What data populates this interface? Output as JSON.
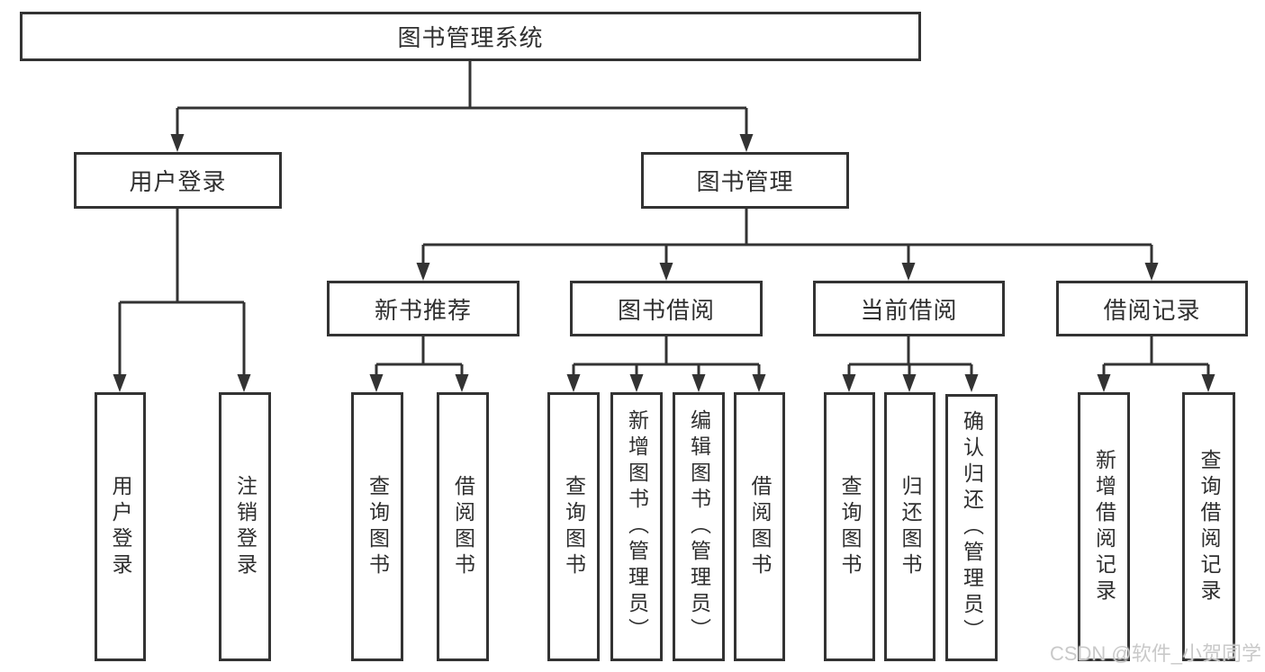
{
  "diagram_type": "hierarchy-tree",
  "colors": {
    "background": "#ffffff",
    "box_border": "#333333",
    "connector": "#333333",
    "text": "#2f2f2f",
    "watermark_text": "#c9c9c9"
  },
  "tree": {
    "label": "图书管理系统",
    "children": [
      {
        "label": "用户登录",
        "children": [
          {
            "label": "用户登录"
          },
          {
            "label": "注销登录"
          }
        ]
      },
      {
        "label": "图书管理",
        "children": [
          {
            "label": "新书推荐",
            "children": [
              {
                "label": "查询图书"
              },
              {
                "label": "借阅图书"
              }
            ]
          },
          {
            "label": "图书借阅",
            "children": [
              {
                "label": "查询图书"
              },
              {
                "label": "新增图书（管理员）"
              },
              {
                "label": "编辑图书（管理员）"
              },
              {
                "label": "借阅图书"
              }
            ]
          },
          {
            "label": "当前借阅",
            "children": [
              {
                "label": "查询图书"
              },
              {
                "label": "归还图书"
              },
              {
                "label": "确认归还（管理员）"
              }
            ]
          },
          {
            "label": "借阅记录",
            "children": [
              {
                "label": "新增借阅记录"
              },
              {
                "label": "查询借阅记录"
              }
            ]
          }
        ]
      }
    ]
  },
  "watermark": {
    "text": "CSDN @软件_小贺同学"
  }
}
